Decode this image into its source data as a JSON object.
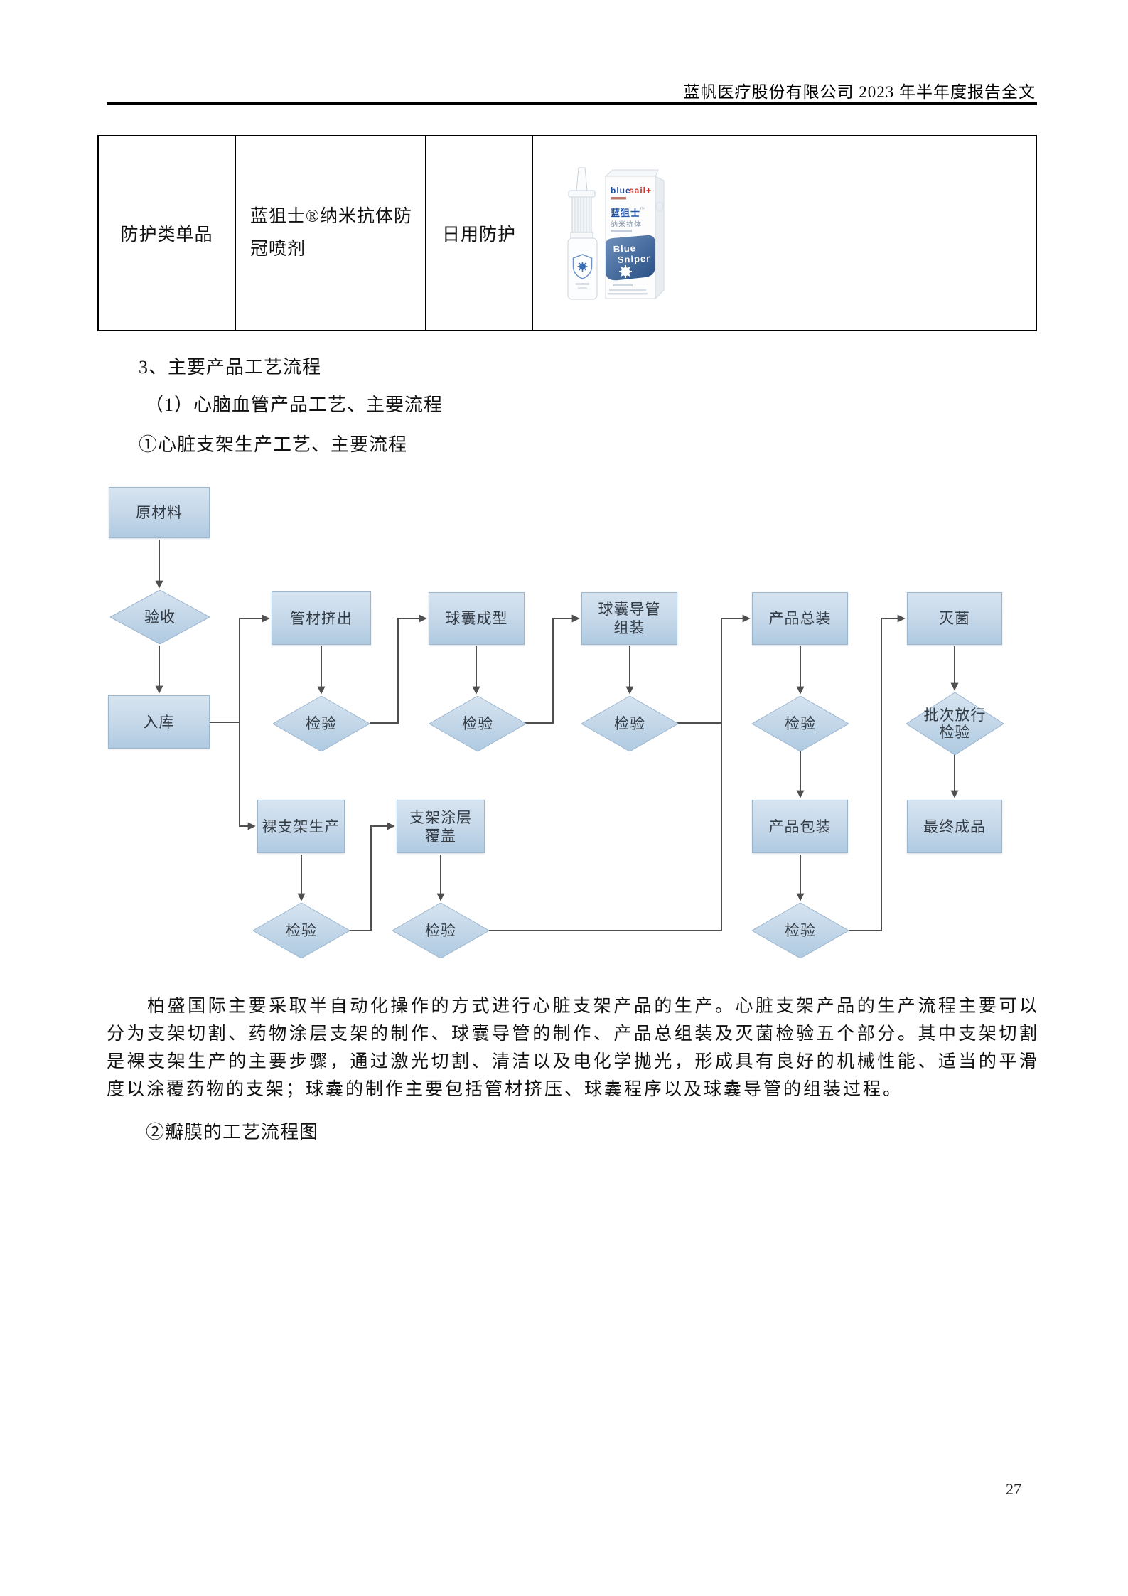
{
  "header": {
    "title": "蓝帆医疗股份有限公司 2023 年半年度报告全文"
  },
  "table": {
    "category": "防护类单品",
    "product_name": "蓝狙士®纳米抗体防冠喷剂",
    "usage": "日用防护",
    "packshot": {
      "brand_blue": "blue",
      "brand_red": "sail+",
      "name_cn": "蓝狙士",
      "tm": "™",
      "sub_cn": "纳米抗体",
      "en_line1": "Blue",
      "en_line2": "Sniper"
    }
  },
  "headings": {
    "section": "3、主要产品工艺流程",
    "sub1": "（1）心脑血管产品工艺、主要流程",
    "sub2": "①心脏支架生产工艺、主要流程",
    "sub3": "②瓣膜的工艺流程图"
  },
  "flowchart": {
    "nodes": {
      "raw_material": "原材料",
      "acceptance": "验收",
      "warehousing": "入库",
      "tube_extrusion": "管材挤出",
      "balloon_forming": "球囊成型",
      "balloon_catheter_assembly": "球囊导管\n组装",
      "product_assembly": "产品总装",
      "sterilization": "灭菌",
      "bare_stent_production": "裸支架生产",
      "stent_coating": "支架涂层\n覆盖",
      "product_packaging": "产品包装",
      "final_product": "最终成品",
      "inspection": "检验",
      "batch_release_inspection": "批次放行\n检验"
    }
  },
  "paragraph": {
    "text": "柏盛国际主要采取半自动化操作的方式进行心脏支架产品的生产。心脏支架产品的生产流程主要可以分为支架切割、药物涂层支架的制作、球囊导管的制作、产品总组装及灭菌检验五个部分。其中支架切割是裸支架生产的主要步骤，通过激光切割、清洁以及电化学抛光，形成具有良好的机械性能、适当的平滑度以涂覆药物的支架；球囊的制作主要包括管材挤压、球囊程序以及球囊导管的组装过程。"
  },
  "footer": {
    "page_number": "27"
  }
}
